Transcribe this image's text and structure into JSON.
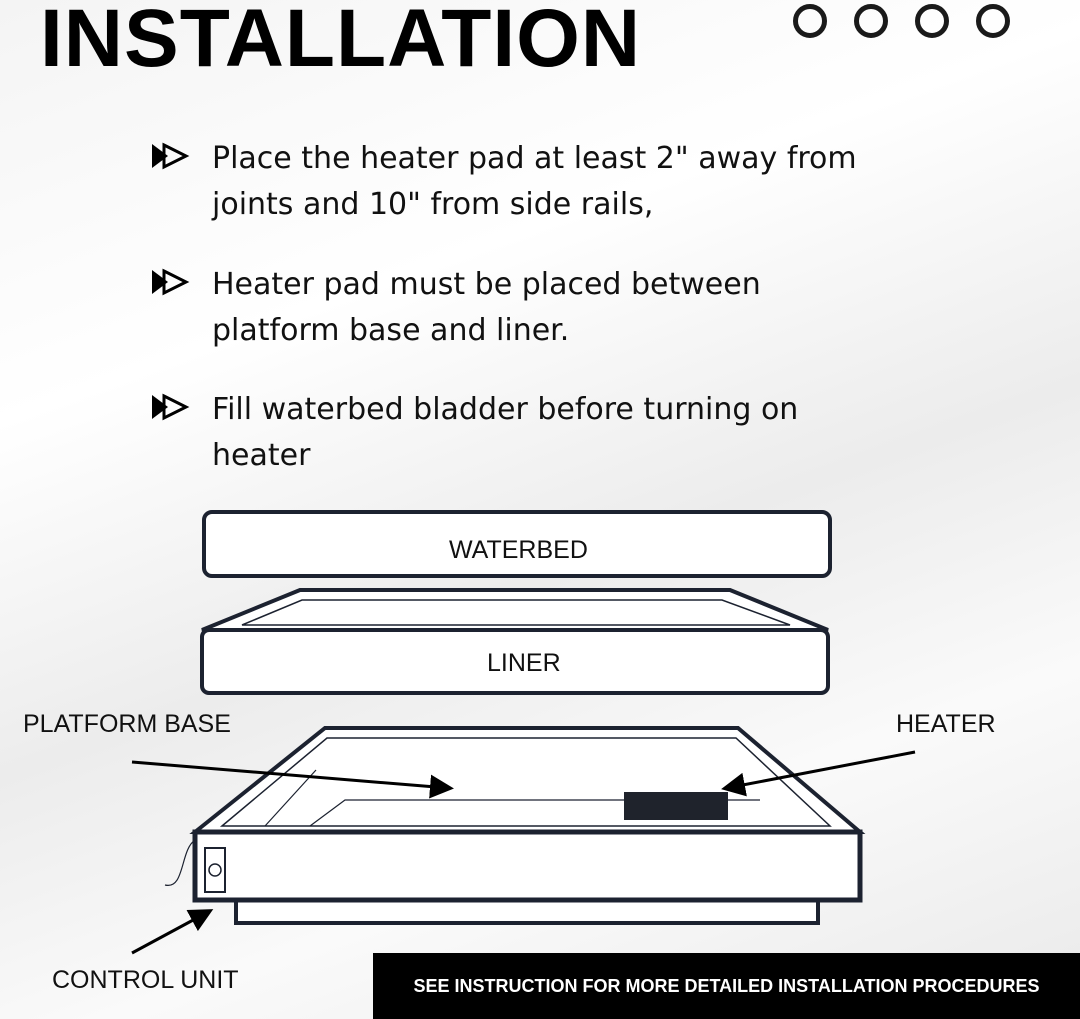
{
  "title": "INSTALLATION",
  "page_indicator": {
    "count": 4
  },
  "bullets": [
    "Place the heater pad at least 2\" away from joints and 10\" from side rails,",
    "Heater pad must be placed between platform base and liner.",
    "Fill waterbed bladder before turning on heater"
  ],
  "diagram": {
    "waterbed": "WATERBED",
    "liner": "LINER",
    "platform_base": "PLATFORM BASE",
    "heater": "HEATER",
    "control_unit": "CONTROL UNIT"
  },
  "banner": "SEE INSTRUCTION FOR MORE DETAILED INSTALLATION PROCEDURES"
}
